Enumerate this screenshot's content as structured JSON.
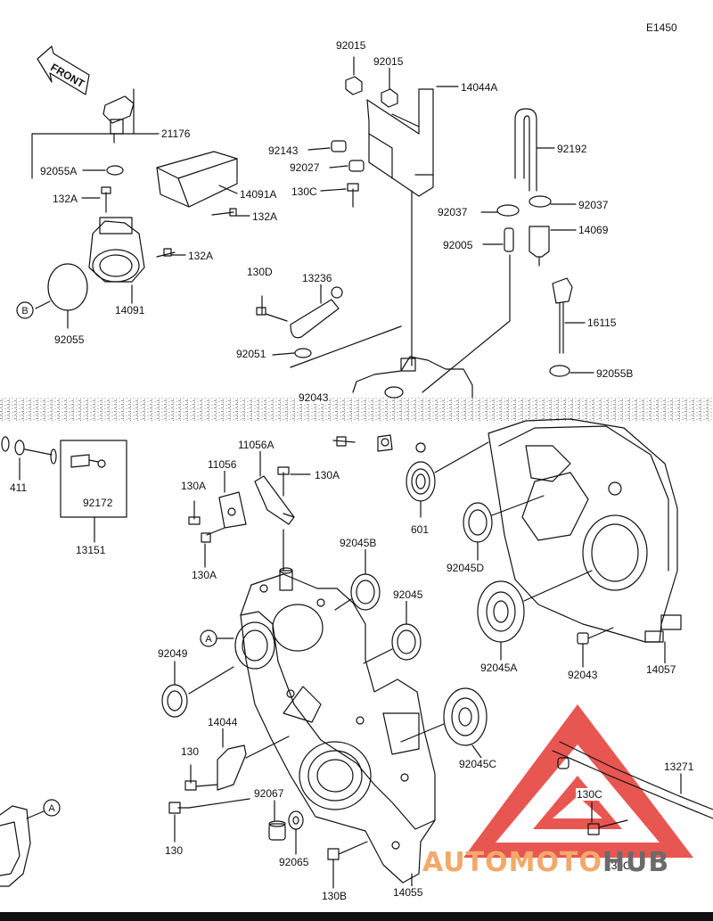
{
  "diagram_code": "E1450",
  "front_label": "FRONT",
  "callouts": [
    {
      "id": "B",
      "text": "B"
    },
    {
      "id": "A_left_lower",
      "text": "A"
    },
    {
      "id": "A_center",
      "text": "A"
    }
  ],
  "parts": [
    "92015",
    "92015",
    "14044A",
    "21176",
    "92143",
    "92192",
    "92027",
    "92055A",
    "130C",
    "14091A",
    "132A",
    "92037",
    "92037",
    "132A",
    "14069",
    "132A",
    "92005",
    "130D",
    "13236",
    "14091",
    "16115",
    "92055",
    "92051",
    "92055B",
    "92043",
    "411",
    "11056A",
    "130A",
    "11056",
    "130A",
    "92172",
    "601",
    "13151",
    "130A",
    "92045B",
    "92045D",
    "92045",
    "92049",
    "92045A",
    "92043",
    "14057",
    "14044",
    "130",
    "92045C",
    "13271",
    "92067",
    "130C",
    "130",
    "92065",
    "130C",
    "14055",
    "130B"
  ],
  "watermark": {
    "part1": "AUTOMOTO",
    "part2": "HUB"
  },
  "watermark_color": "#e53935"
}
